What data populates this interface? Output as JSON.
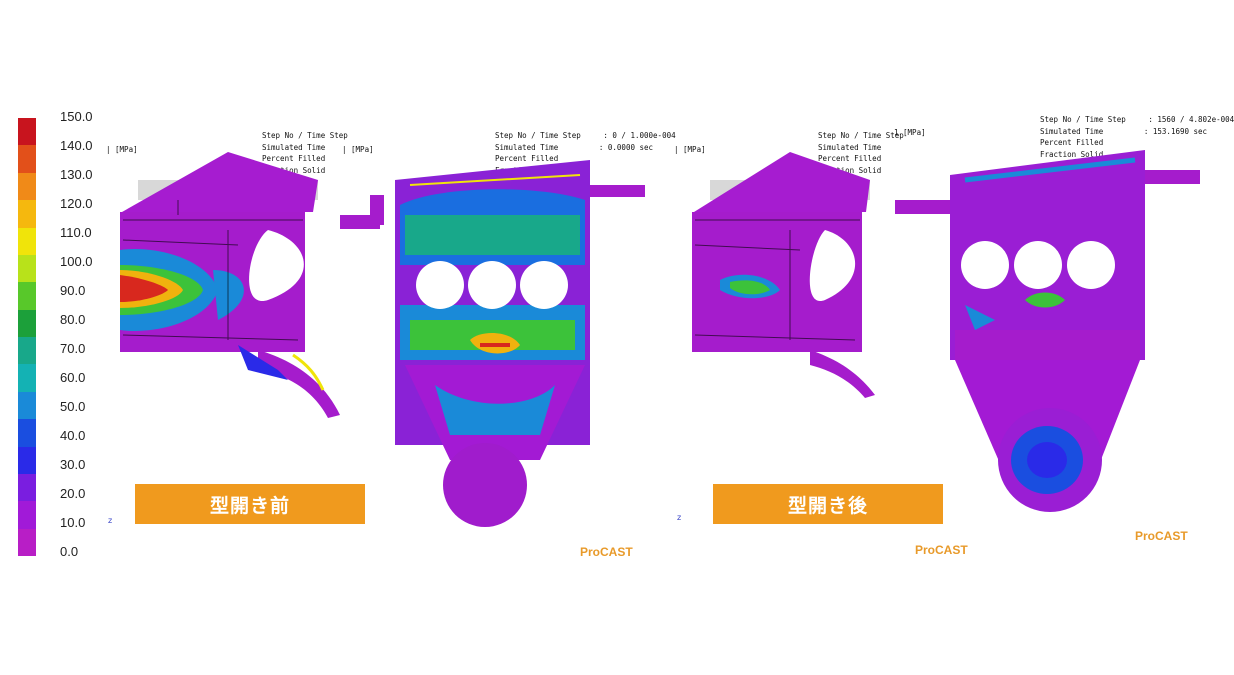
{
  "legend": {
    "ticks": [
      "150.0",
      "140.0",
      "130.0",
      "120.0",
      "110.0",
      "100.0",
      "90.0",
      "80.0",
      "70.0",
      "60.0",
      "50.0",
      "40.0",
      "30.0",
      "20.0",
      "10.0",
      "0.0"
    ],
    "colors": [
      "#c8141e",
      "#e2501a",
      "#f08a18",
      "#f5b80e",
      "#f0e40a",
      "#b8e21a",
      "#58c82a",
      "#1ca03a",
      "#18a88a",
      "#14b2b4",
      "#1a8ad8",
      "#1a4ee0",
      "#2a2ae8",
      "#7a1ee0",
      "#a11ad8",
      "#b81ec6"
    ]
  },
  "panels": {
    "left_unit": "[MPa]",
    "left_info": [
      "Step No / Time Step",
      "Simulated Time",
      "Percent Filled",
      "Fraction Solid"
    ],
    "mid_unit": "[MPa]",
    "mid_info": [
      "Step No / Time Step     : 0 / 1.000e-004",
      "Simulated Time         : 0.0000 sec",
      "Percent Filled",
      "Fraction Solid"
    ],
    "right1_unit": "[MPa]",
    "right1_info": [
      "Step No / Time Step",
      "Simulated Time",
      "Percent Filled",
      "Fraction Solid"
    ],
    "right2_unit": "[MPa]",
    "right2_info": [
      "Step No / Time Step     : 1560 / 4.802e-004",
      "Simulated Time         : 153.1690 sec",
      "Percent Filled",
      "Fraction Solid"
    ]
  },
  "axis_label": "z",
  "captions": {
    "before": "型開き前",
    "after": "型開き後"
  },
  "brand": "ProCAST"
}
